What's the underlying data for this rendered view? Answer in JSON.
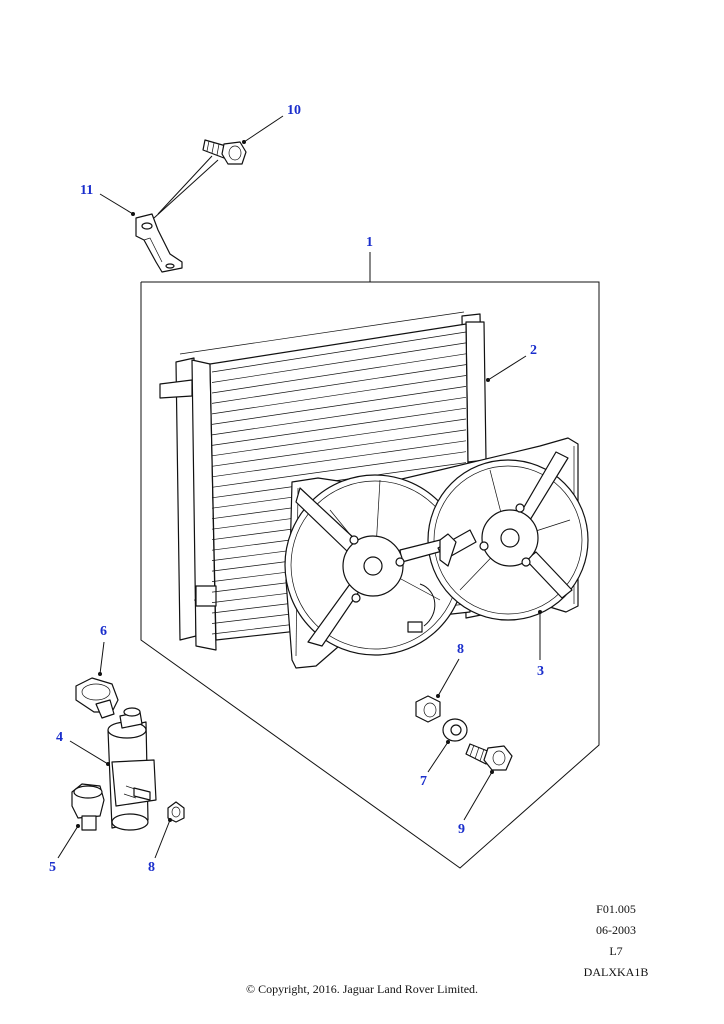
{
  "callouts": [
    {
      "id": "1",
      "label": "1"
    },
    {
      "id": "2",
      "label": "2"
    },
    {
      "id": "3",
      "label": "3"
    },
    {
      "id": "4",
      "label": "4"
    },
    {
      "id": "5",
      "label": "5"
    },
    {
      "id": "6",
      "label": "6"
    },
    {
      "id": "7",
      "label": "7"
    },
    {
      "id": "8a",
      "label": "8"
    },
    {
      "id": "8b",
      "label": "8"
    },
    {
      "id": "9",
      "label": "9"
    },
    {
      "id": "10",
      "label": "10"
    },
    {
      "id": "11",
      "label": "11"
    }
  ],
  "meta": {
    "figure_ref": "F01.005",
    "date": "06-2003",
    "level": "L7",
    "code": "DALXKA1B"
  },
  "copyright": "© Copyright, 2016. Jaguar Land Rover Limited.",
  "colors": {
    "callout": "#1a2ecc",
    "line": "#111111",
    "background": "#ffffff"
  }
}
